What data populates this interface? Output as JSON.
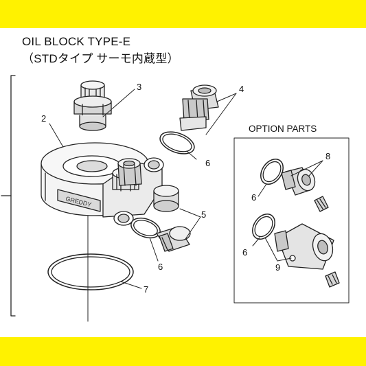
{
  "colors": {
    "accent_band": "#fff200",
    "line": "#222222",
    "metal_light": "#f4f4f4",
    "metal_mid": "#cfcfcf",
    "metal_dark": "#7a7a7a"
  },
  "header": {
    "title": "OIL BLOCK TYPE-E",
    "subtitle": "（STDタイプ サーモ内蔵型）"
  },
  "option_panel": {
    "title": "OPTION PARTS"
  },
  "block_brand": "GREDDY",
  "callouts": {
    "c2": "2",
    "c3": "3",
    "c4": "4",
    "c5": "5",
    "c6a": "6",
    "c6b": "6",
    "c7": "7",
    "c6c": "6",
    "c8": "8",
    "c6d": "6",
    "c9": "9"
  }
}
